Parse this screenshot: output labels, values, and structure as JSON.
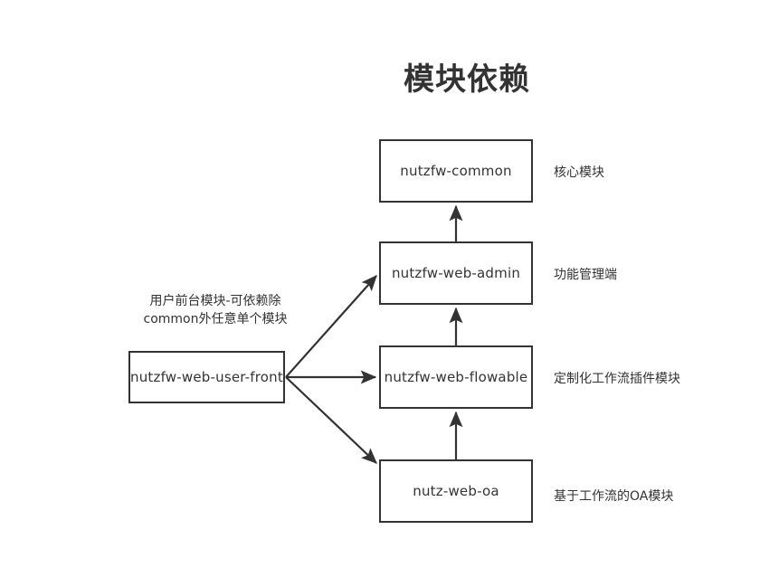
{
  "diagram": {
    "title": "模块依赖",
    "background_color": "#ffffff",
    "stroke_color": "#333333",
    "text_color": "#333333",
    "nodes": [
      {
        "id": "nutzfw-common",
        "label": "nutzfw-common",
        "note": "核心模块"
      },
      {
        "id": "nutzfw-web-admin",
        "label": "nutzfw-web-admin",
        "note": "功能管理端"
      },
      {
        "id": "nutzfw-web-flowable",
        "label": "nutzfw-web-flowable",
        "note": "定制化工作流插件模块"
      },
      {
        "id": "nutz-web-oa",
        "label": "nutz-web-oa",
        "note": "基于工作流的OA模块"
      },
      {
        "id": "nutzfw-web-user-front",
        "label": "nutzfw-web-user-front",
        "note": ""
      }
    ],
    "annotation": {
      "line1": "用户前台模块-可依赖除",
      "line2": "common外任意单个模块"
    },
    "edges": [
      {
        "from": "nutzfw-web-admin",
        "to": "nutzfw-common",
        "style": "arrow-up"
      },
      {
        "from": "nutzfw-web-flowable",
        "to": "nutzfw-web-admin",
        "style": "arrow-up"
      },
      {
        "from": "nutz-web-oa",
        "to": "nutzfw-web-flowable",
        "style": "arrow-up"
      },
      {
        "from": "nutzfw-web-user-front",
        "to": "nutzfw-web-admin",
        "style": "arrow-diagonal-up"
      },
      {
        "from": "nutzfw-web-user-front",
        "to": "nutzfw-web-flowable",
        "style": "arrow-right"
      },
      {
        "from": "nutzfw-web-user-front",
        "to": "nutz-web-oa",
        "style": "arrow-diagonal-down"
      }
    ]
  }
}
